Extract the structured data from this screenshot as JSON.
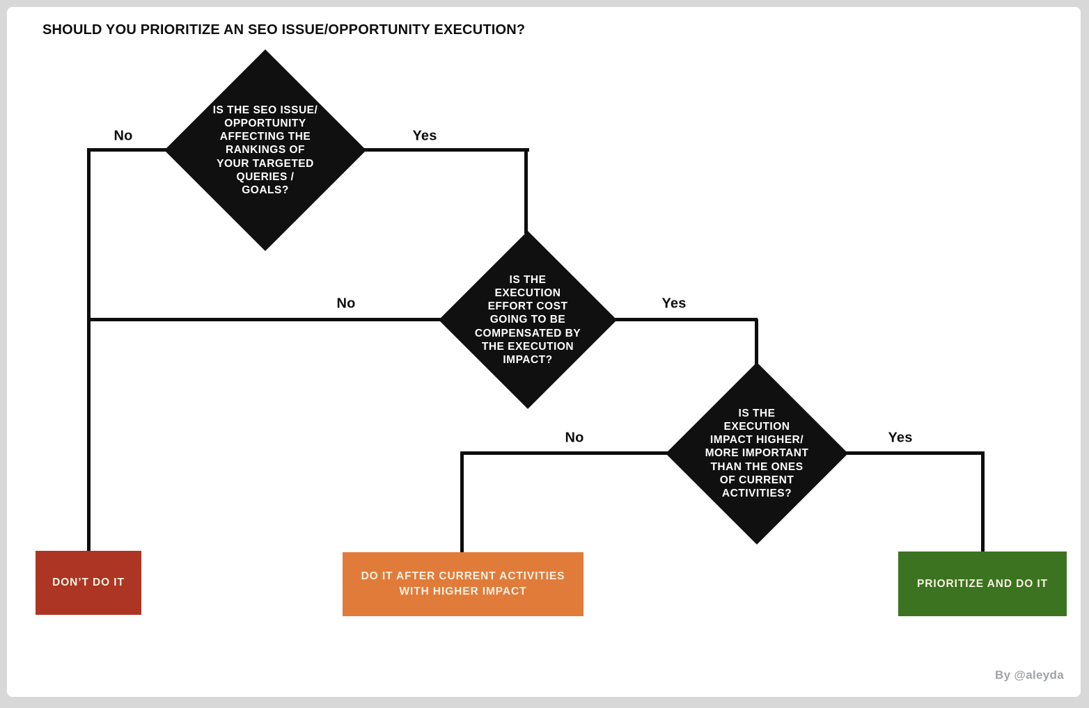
{
  "title": "SHOULD YOU PRIORITIZE AN SEO ISSUE/OPPORTUNITY EXECUTION?",
  "credit": "By @aleyda",
  "colors": {
    "background": "#d8d8d8",
    "card": "#ffffff",
    "diamond": "#101010",
    "line": "#0d0d0d",
    "outcome_negative": "#ad3523",
    "outcome_defer": "#e17b3a",
    "outcome_positive": "#3b7321"
  },
  "flowchart": {
    "decisions": [
      {
        "question_lines": [
          "IS THE SEO ISSUE/",
          "OPPORTUNITY",
          "AFFECTING THE",
          "RANKINGS OF",
          "YOUR TARGETED",
          "QUERIES /",
          "GOALS?"
        ],
        "no_label": "No",
        "yes_label": "Yes"
      },
      {
        "question_lines": [
          "IS THE",
          "EXECUTION",
          "EFFORT COST",
          "GOING TO BE",
          "COMPENSATED BY",
          "THE EXECUTION",
          "IMPACT?"
        ],
        "no_label": "No",
        "yes_label": "Yes"
      },
      {
        "question_lines": [
          "IS THE",
          "EXECUTION",
          "IMPACT HIGHER/",
          "MORE IMPORTANT",
          "THAN THE ONES",
          "OF CURRENT",
          "ACTIVITIES?"
        ],
        "no_label": "No",
        "yes_label": "Yes"
      }
    ],
    "outcomes": [
      {
        "label_lines": [
          "DON’T DO IT"
        ],
        "color": "#ad3523"
      },
      {
        "label_lines": [
          "DO IT AFTER CURRENT ACTIVITIES",
          "WITH HIGHER IMPACT"
        ],
        "color": "#e17b3a"
      },
      {
        "label_lines": [
          "PRIORITIZE AND DO IT"
        ],
        "color": "#3b7321"
      }
    ]
  }
}
